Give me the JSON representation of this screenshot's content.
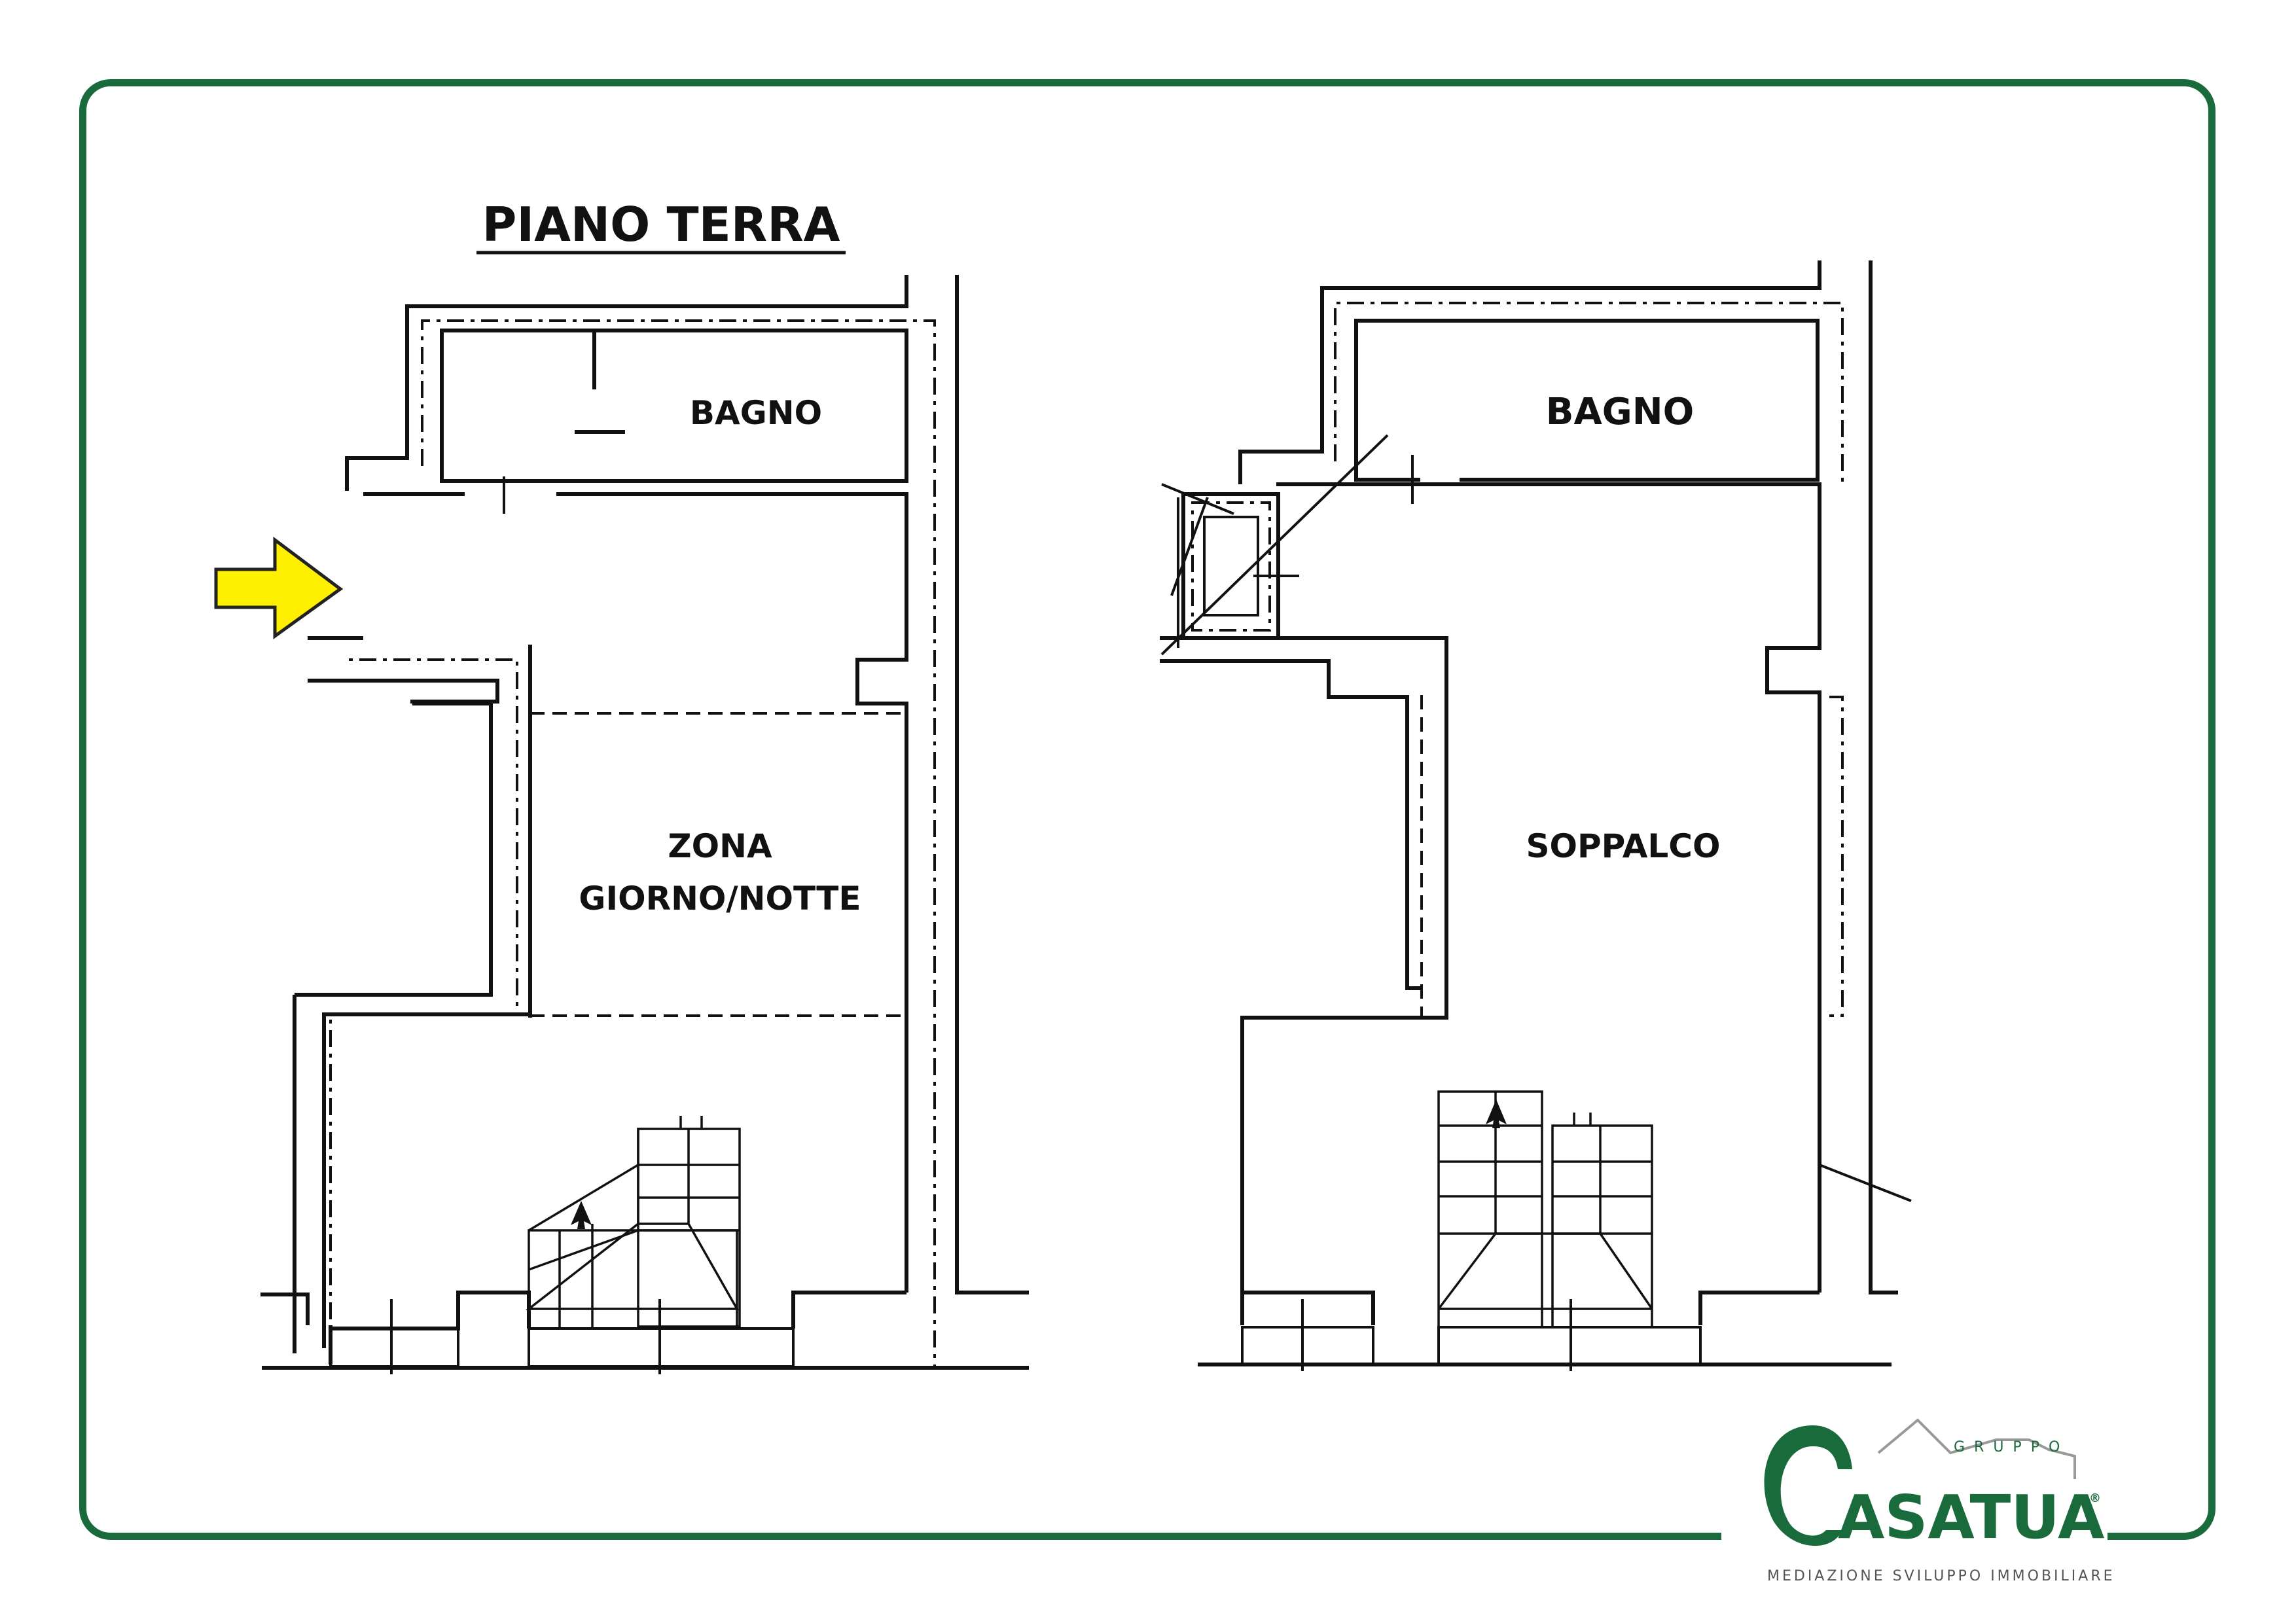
{
  "floor_left": {
    "title": "PIANO TERRA",
    "rooms": {
      "bagno": "BAGNO",
      "zona_line1": "ZONA",
      "zona_line2": "GIORNO/NOTTE"
    }
  },
  "floor_right": {
    "rooms": {
      "bagno": "BAGNO",
      "soppalco": "SOPPALCO"
    }
  },
  "logo": {
    "brand": "ASATUA",
    "group": "GRUPPO",
    "registered": "®",
    "tagline": "MEDIAZIONE SVILUPPO IMMOBILIARE"
  },
  "colors": {
    "frame": "#1a6b3c",
    "entrance_arrow": "#ffef00",
    "brand_green": "#1a6b3c"
  },
  "icons": {
    "entrance": "entrance-arrow-icon",
    "stair_direction": "stair-arrow-icon"
  }
}
